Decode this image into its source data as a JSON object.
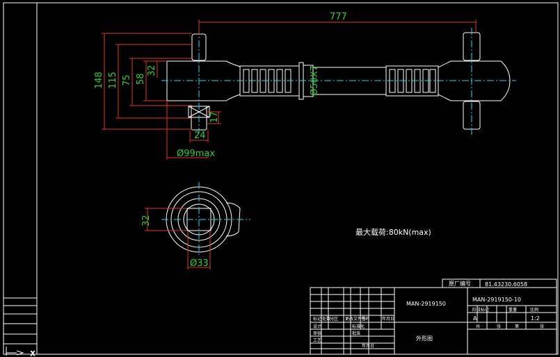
{
  "drawing": {
    "dims": {
      "overall_length": "777",
      "h148": "148",
      "h115": "115",
      "h75": "75",
      "h58": "58",
      "h32": "32",
      "w24": "24",
      "t17": "17",
      "tube": "Ø50X7",
      "eye_max": "Ø99max",
      "bore32": "32",
      "bore33": "Ø33"
    },
    "note": "最大载荷:80kN(max)",
    "title_block": {
      "factory_no_label": "原厂编号",
      "factory_no": "81.43230.6058",
      "part_no": "MAN-2919150",
      "drawing_no": "MAN-2919150-10",
      "drawing_name": "外形图",
      "stage": "A",
      "scale": "1:2",
      "header_cols": [
        "标记",
        "处数",
        "分区",
        "更改文件号",
        "签名",
        "年月日"
      ],
      "meta_cols": [
        "阶段标记",
        "重量",
        "比例"
      ],
      "sheet_cols": [
        "共",
        "张",
        "第",
        "张"
      ],
      "signature_rows": [
        "设计",
        "审核",
        "工艺",
        "标准化",
        "批准"
      ],
      "date_label": "年月日"
    },
    "colors": {
      "background": "#000000",
      "outline": "#ffffff",
      "dimension_red": "#e8332a",
      "dimension_green": "#2bd12b",
      "centerline": "#00e5ff"
    }
  }
}
